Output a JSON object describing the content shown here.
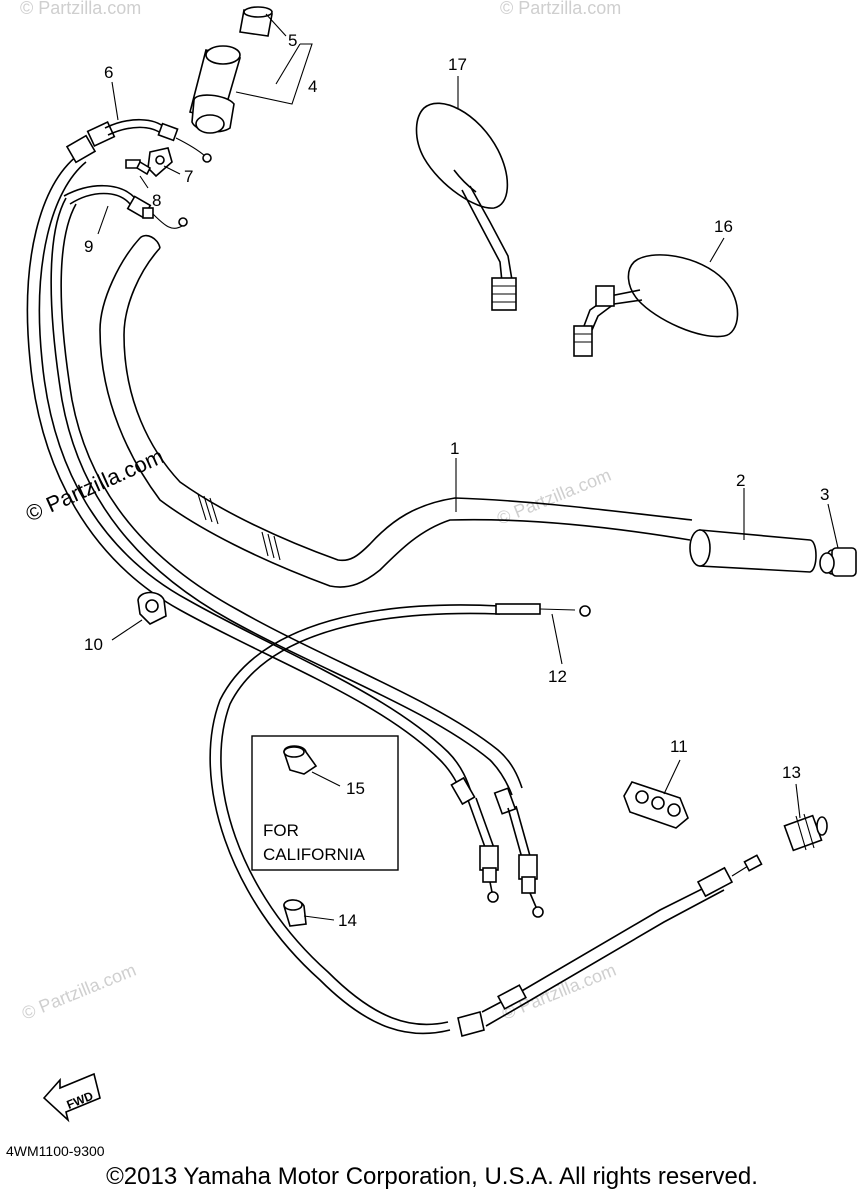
{
  "parts": [
    {
      "num": "1"
    },
    {
      "num": "2"
    },
    {
      "num": "3"
    },
    {
      "num": "4"
    },
    {
      "num": "5"
    },
    {
      "num": "6"
    },
    {
      "num": "7"
    },
    {
      "num": "8"
    },
    {
      "num": "9"
    },
    {
      "num": "10"
    },
    {
      "num": "11"
    },
    {
      "num": "12"
    },
    {
      "num": "13"
    },
    {
      "num": "14"
    },
    {
      "num": "15"
    },
    {
      "num": "16"
    },
    {
      "num": "17"
    }
  ],
  "california_box": {
    "line1": "FOR",
    "line2": "CALIFORNIA"
  },
  "fwd_label": "FWD",
  "watermark": "© Partzilla.com",
  "diagram_code": "4WM1100-9300",
  "copyright": "©2013 Yamaha Motor Corporation, U.S.A. All rights reserved."
}
